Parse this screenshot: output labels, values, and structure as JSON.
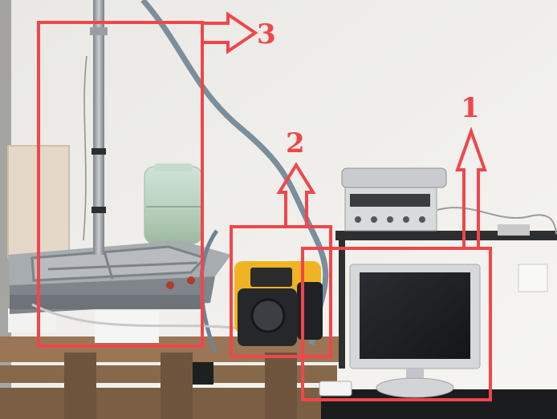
{
  "annotations": {
    "color": "#f0464b",
    "callouts": [
      {
        "label": "1",
        "target": "monitor-and-shelf"
      },
      {
        "label": "2",
        "target": "pump-unit"
      },
      {
        "label": "3",
        "target": "vertical-probe"
      }
    ]
  },
  "palette": {
    "wall": "#f1f0ec",
    "pallet_wood": "#8a6a4c",
    "tank_grey": "#8e949b",
    "pump_yellow": "#f0b323",
    "monitor_dark": "#1d1f22"
  }
}
